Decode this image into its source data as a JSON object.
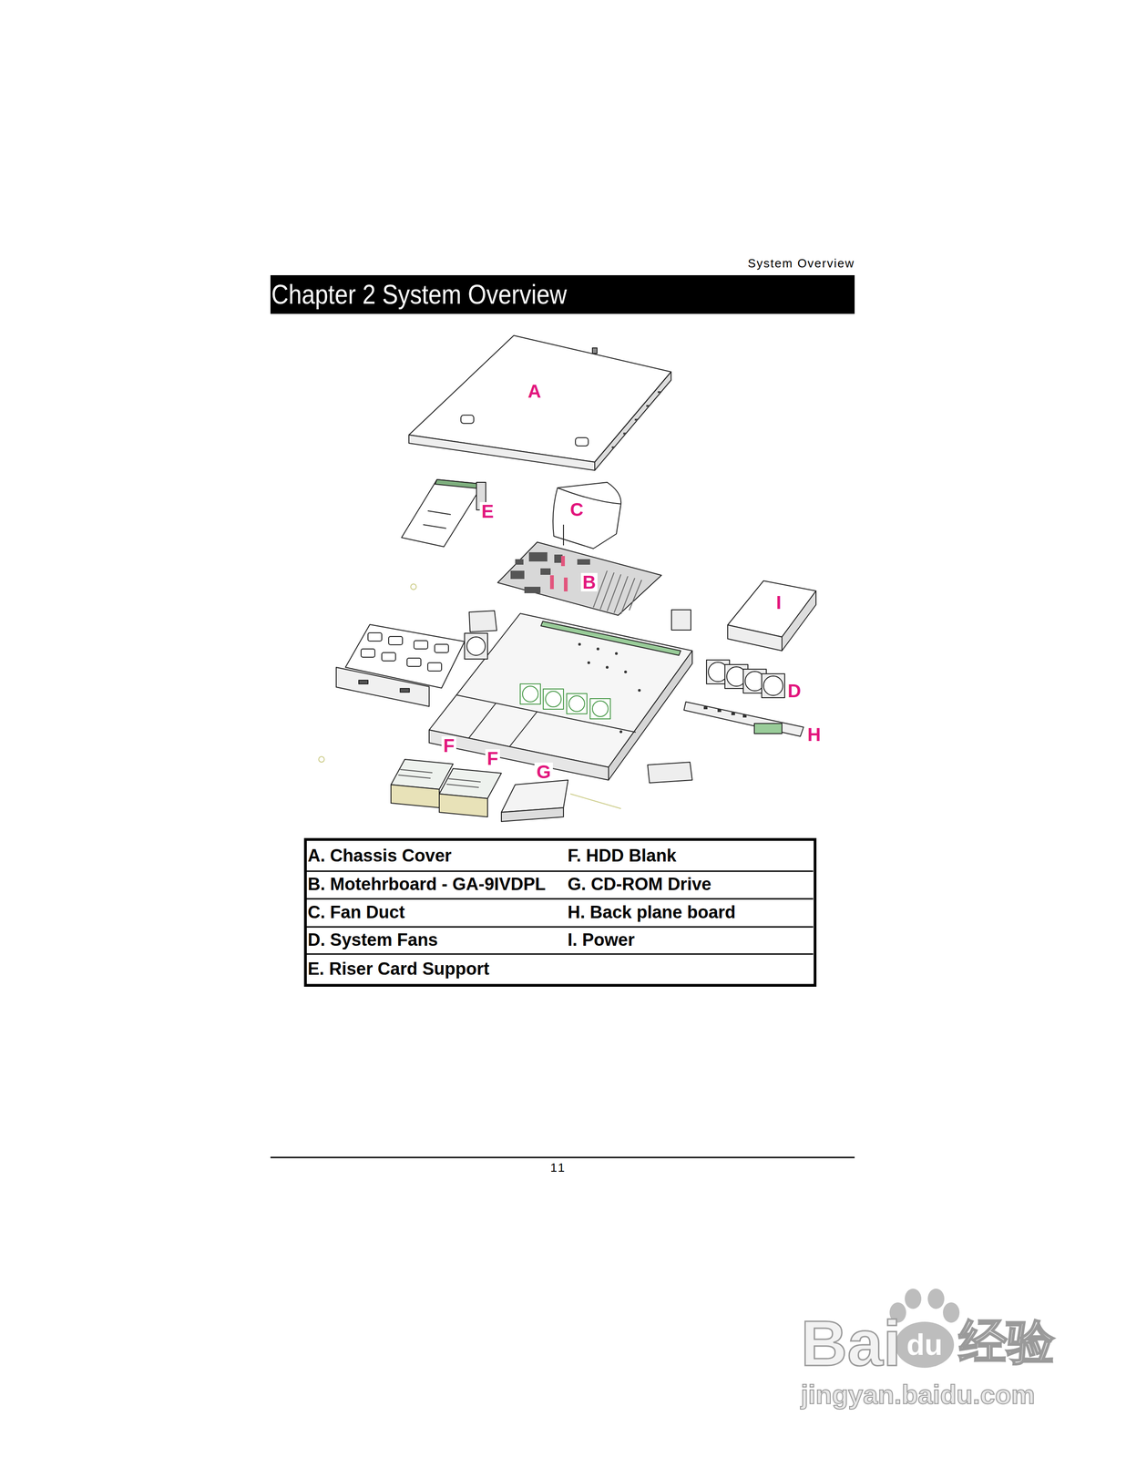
{
  "diagram": {
    "title": "Chapter 2 System Overview",
    "labels": [
      "System Overview",
      "A",
      "E",
      "C",
      "B",
      "I",
      "D",
      "H",
      "F",
      "F",
      "G",
      "A. Chassis Cover",
      "F. HDD Blank",
      "B. Motehrboard - GA-9IVDPL",
      "G. CD-ROM Drive",
      "C. Fan Duct",
      "H. Back plane board",
      "D. System Fans",
      "I. Power",
      "E. Riser Card Support",
      "11",
      "Bai",
      "du",
      "经验",
      "jingyan.baidu.com"
    ]
  }
}
